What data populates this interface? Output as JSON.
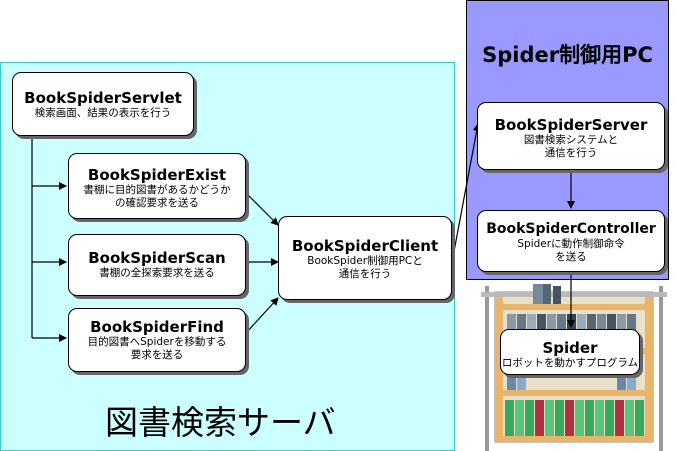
{
  "regions": {
    "server": {
      "title": "図書検索サーバ",
      "color": "#ccffff"
    },
    "pc": {
      "title": "Spider制御用PC",
      "color": "#9999ff"
    }
  },
  "nodes": {
    "servlet": {
      "name": "BookSpiderServlet",
      "desc": "検索画面、結果の表示を行う"
    },
    "exist": {
      "name": "BookSpiderExist",
      "desc1": "書棚に目的図書があるかどうか",
      "desc2": "の確認要求を送る"
    },
    "scan": {
      "name": "BookSpiderScan",
      "desc": "書棚の全探索要求を送る"
    },
    "find": {
      "name": "BookSpiderFind",
      "desc1": "目的図書へSpiderを移動する",
      "desc2": "要求を送る"
    },
    "client": {
      "name": "BookSpiderClient",
      "desc1": "BookSpider制御用PCと",
      "desc2": "通信を行う"
    },
    "server": {
      "name": "BookSpiderServer",
      "desc1": "図書検索システムと",
      "desc2": "通信を行う"
    },
    "controller": {
      "name": "BookSpiderController",
      "desc1": "Spiderに動作制御命令",
      "desc2": "を送る"
    },
    "spider": {
      "name": "Spider",
      "desc": "ロボットを動かすプログラム"
    }
  },
  "icons": {
    "bookshelf": "bookshelf-illustration"
  }
}
